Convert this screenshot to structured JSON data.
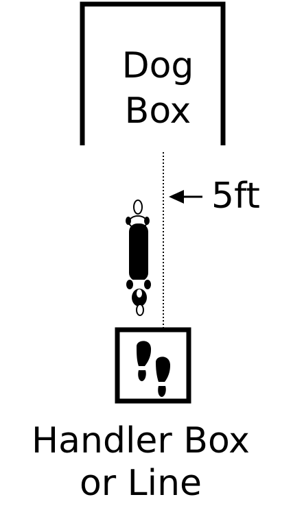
{
  "dog_box": {
    "line1": "Dog",
    "line2": "Box"
  },
  "distance": {
    "label": "5ft"
  },
  "handler_box": {
    "line1": "Handler Box",
    "line2": "or Line"
  },
  "icons": {
    "dog": "dog-topdown-icon",
    "footprints": "footprints-icon",
    "arrow": "left-arrow-icon"
  },
  "colors": {
    "ink": "#000000",
    "background": "#ffffff"
  }
}
